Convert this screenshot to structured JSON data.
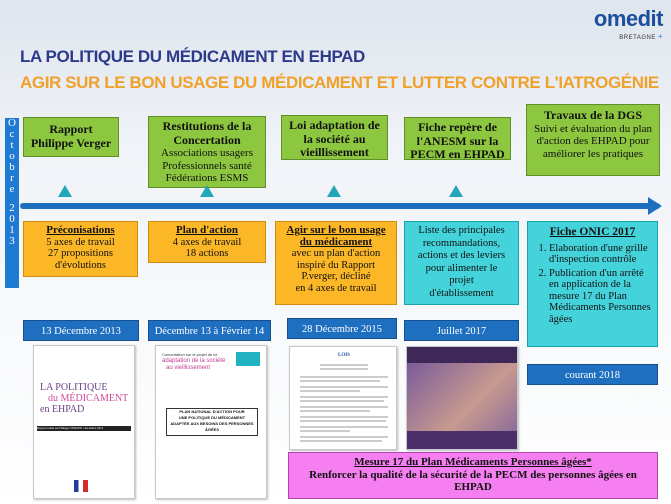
{
  "logo": {
    "name": "omedit",
    "sub": "BRETAGNE",
    "sub2": "+"
  },
  "title_line1": "LA POLITIQUE DU MÉDICAMENT EN EHPAD",
  "title_line2": "AGIR SUR LE BON USAGE DU MÉDICAMENT ET LUTTER CONTRE L'IATROGÉNIE",
  "vertical_label": [
    "O",
    "c",
    "t",
    "o",
    "b",
    "r",
    "e",
    "",
    "2",
    "0",
    "1",
    "3"
  ],
  "green_boxes": [
    {
      "title": "Rapport Philippe Verger",
      "lines": []
    },
    {
      "title": "Restitutions de la Concertation",
      "lines": [
        "Associations usagers",
        "Professionnels santé",
        "Fédérations ESMS"
      ]
    },
    {
      "title": "Loi adaptation de la société au vieillissement",
      "lines": []
    },
    {
      "title": "Fiche repère de l'ANESM sur la PECM en EHPAD",
      "lines": []
    },
    {
      "title": "Travaux de la DGS",
      "lines": [
        "Suivi et évaluation du plan d'action des EHPAD pour améliorer les pratiques"
      ]
    }
  ],
  "orange_boxes": [
    {
      "title": "Préconisations",
      "lines": [
        "5 axes de travail",
        "27 propositions",
        "d'évolutions"
      ]
    },
    {
      "title": "Plan d'action",
      "lines": [
        "4 axes de travail",
        "18 actions"
      ]
    },
    {
      "title": "Agir sur le bon usage du médicament",
      "lines": [
        "avec un plan d'action",
        "inspiré du Rapport",
        "P.verger, décliné",
        "en 4 axes de travail"
      ]
    }
  ],
  "cyan_box_liste": {
    "lines": [
      "Liste des principales",
      "recommandations,",
      "actions et des leviers",
      "pour alimenter le",
      "projet",
      "d'établissement"
    ]
  },
  "cyan_box_onic": {
    "title": "Fiche ONIC 2017",
    "items": [
      "Elaboration d'une grille d'inspection contrôle",
      "Publication d'un arrêté en application de la mesure 17 du Plan Médicaments Personnes âgées"
    ]
  },
  "dates": [
    "13 Décembre 2013",
    "Décembre 13 à Février 14",
    "28 Décembre 2015",
    "Juillet 2017",
    "courant 2018"
  ],
  "doc1": {
    "l1": "LA POLITIQUE",
    "l2": "du MÉDICAMENT",
    "l3": "en EHPAD",
    "footer": "Rapport remis par Philippe VERGER • décembre 2013"
  },
  "doc2": {
    "header1": "Concertation sur le projet de loi",
    "header2": "adaptation de la société",
    "header3": "au vieillissement",
    "b1": "PLAN NATIONAL D'ACTION POUR",
    "b2": "UNE POLITIQUE DU MÉDICAMENT",
    "b3": "ADAPTÉE AUX BESOINS DES PERSONNES",
    "b4": "ÂGÉES"
  },
  "doc3": {
    "title": "LOIS"
  },
  "doc4": {
    "tag": ""
  },
  "pink_box": {
    "title": "Mesure 17 du Plan Médicaments Personnes âgées*",
    "body": "Renforcer la qualité de la sécurité de la PECM des personnes âgées en EHPAD"
  }
}
